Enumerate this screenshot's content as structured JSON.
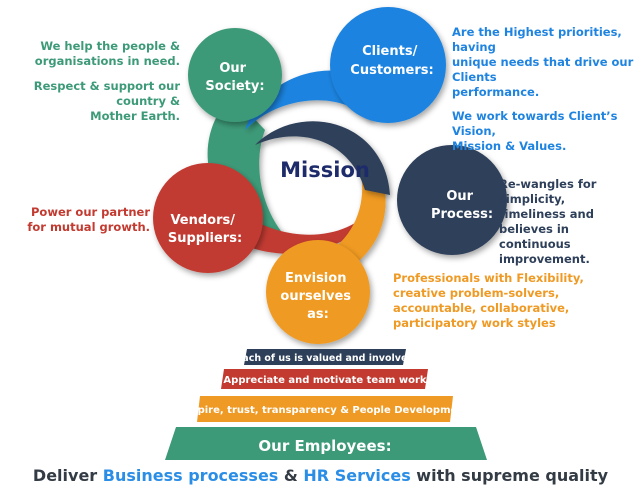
{
  "center": {
    "title": "Mission"
  },
  "petals": {
    "society": {
      "label_lines": [
        "Our",
        "Society:"
      ],
      "color": "#3d9a78"
    },
    "clients": {
      "label_lines": [
        "Clients/",
        "Customers:"
      ],
      "color": "#1f84e0"
    },
    "process": {
      "label_lines": [
        "Our",
        "Process:"
      ],
      "color": "#2e3f5a"
    },
    "vendors": {
      "label_lines": [
        "Vendors/",
        "Suppliers:"
      ],
      "color": "#c23a30"
    },
    "envision": {
      "label_lines": [
        "Envision",
        "ourselves",
        "as:"
      ],
      "color": "#ef9a24"
    }
  },
  "notes": {
    "society": {
      "line1": "We help the people &",
      "line2": "organisations in need.",
      "line3": "Respect & support our country &",
      "line4": "Mother Earth."
    },
    "clients": {
      "line1": "Are the Highest priorities, having",
      "line2": "unique needs that drive our Clients",
      "line3": "performance.",
      "line4": "We work towards Client’s Vision,",
      "line5": "Mission & Values."
    },
    "process": {
      "line1": "Re-wangles for simplicity,",
      "line2": "timeliness and believes in",
      "line3": "continuous improvement."
    },
    "vendors": {
      "line1": "Power our partner",
      "line2": "for mutual growth."
    },
    "envision": {
      "line1": "Professionals with Flexibility,",
      "line2": "creative problem-solvers,",
      "line3": "accountable, collaborative,",
      "line4": "participatory work styles"
    }
  },
  "steps": [
    {
      "label": "Each of us is valued and involved",
      "color": "#2e3f5a"
    },
    {
      "label": "Appreciate and motivate team work",
      "color": "#c23a30"
    },
    {
      "label": "Inspire, trust, transparency & People Development",
      "color": "#ef9a24"
    },
    {
      "label": "Our Employees:",
      "color": "#3d9a78"
    }
  ],
  "tagline": {
    "part1": "Deliver ",
    "highlight1": "Business processes",
    "part2": " & ",
    "highlight2": "HR Services",
    "part3": " with supreme quality"
  }
}
